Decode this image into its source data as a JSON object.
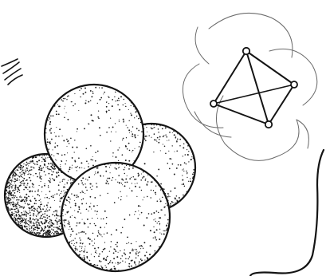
{
  "figure": {
    "description_items": [
      "sphere-packing",
      "tetrahedron-model"
    ],
    "colors": {
      "ink": "#141414",
      "faint_ink": "#6a6a6a",
      "sphere_fill": "#ffffff",
      "stipple": "#1e1e1e",
      "background": "#ffffff"
    },
    "spheres": [
      {
        "id": "back-left",
        "depth": 0,
        "shading": 0.85
      },
      {
        "id": "back-right",
        "depth": 1,
        "shading": 0.25
      },
      {
        "id": "top",
        "depth": 2,
        "shading": 0.2
      },
      {
        "id": "front",
        "depth": 3,
        "shading": 0.3
      }
    ],
    "tetrahedron": {
      "vertices": [
        "apex",
        "left",
        "right",
        "bottom"
      ],
      "edges": [
        [
          "apex",
          "left"
        ],
        [
          "apex",
          "right"
        ],
        [
          "apex",
          "bottom"
        ],
        [
          "left",
          "right"
        ],
        [
          "left",
          "bottom"
        ],
        [
          "right",
          "bottom"
        ]
      ]
    }
  }
}
